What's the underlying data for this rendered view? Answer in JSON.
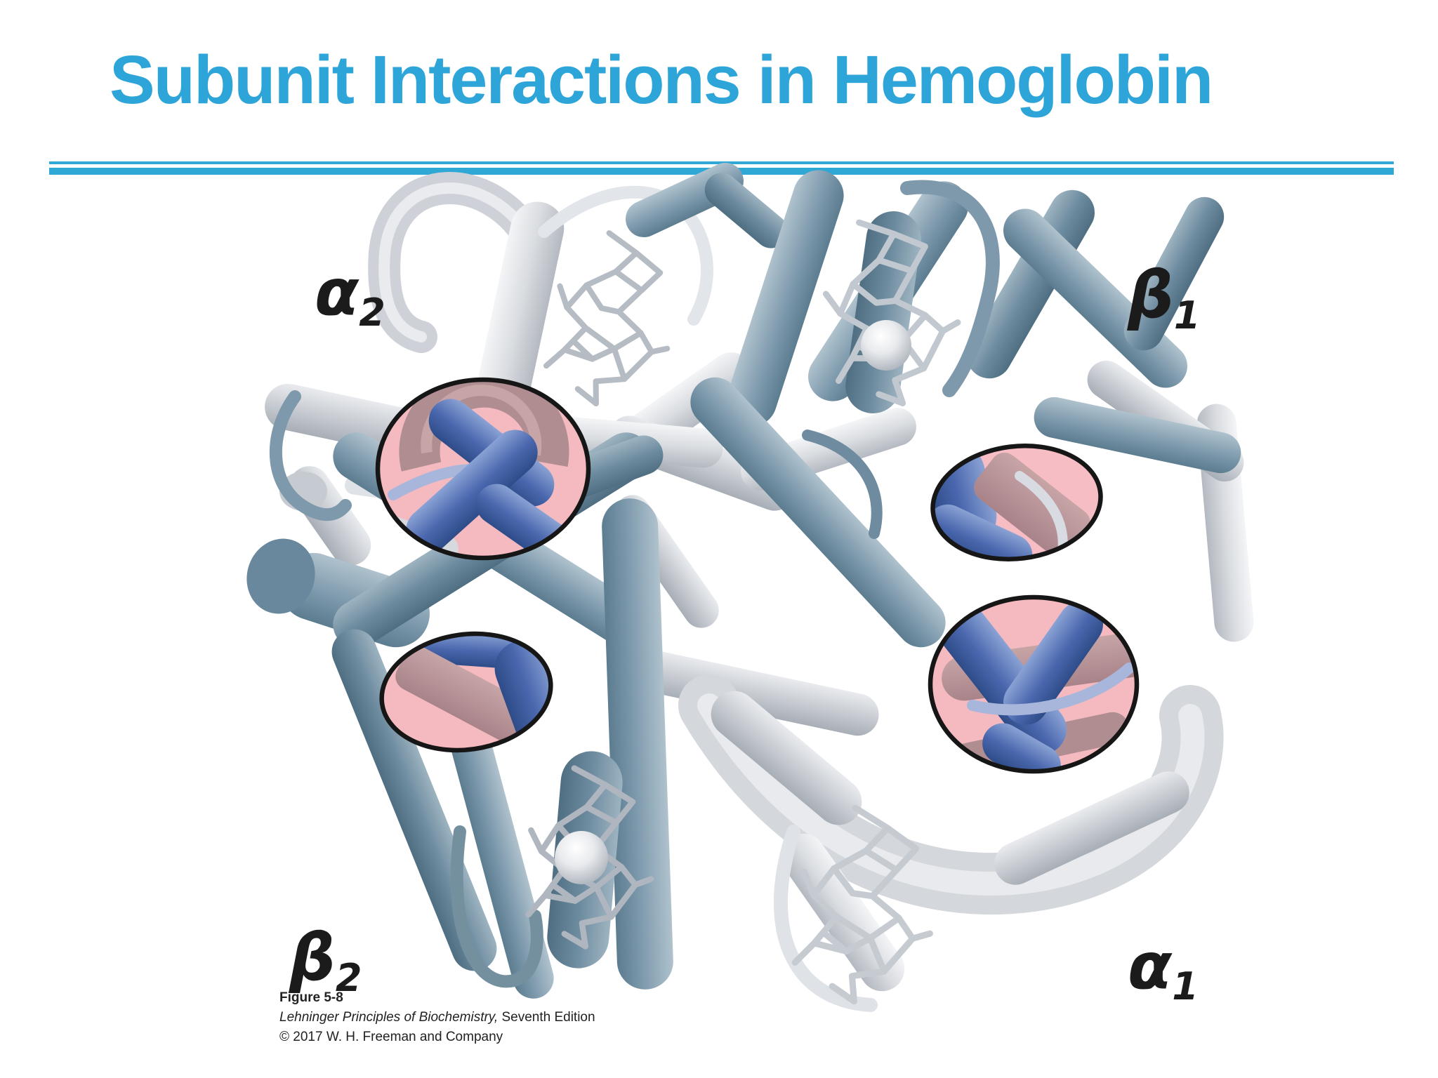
{
  "slide": {
    "title": "Subunit Interactions in Hemoglobin"
  },
  "figure": {
    "subunit_labels": [
      {
        "id": "alpha2",
        "letter": "α",
        "subscript": "2"
      },
      {
        "id": "beta1",
        "letter": "β",
        "subscript": "1"
      },
      {
        "id": "beta2",
        "letter": "β",
        "subscript": "2"
      },
      {
        "id": "alpha1",
        "letter": "α",
        "subscript": "1"
      }
    ],
    "caption": {
      "figure_number": "Figure 5-8",
      "book_title": "Lehninger Principles of Biochemistry,",
      "edition": " Seventh Edition",
      "copyright": "© 2017 W. H. Freeman and Company"
    },
    "colors": {
      "title_blue": "#2ea5d8",
      "rule_blue": "#2fa8d6",
      "alpha_subunit_gray": "#d7dade",
      "beta_subunit_steel": "#7e9aad",
      "interface_highlight_blue": "#4a67ae",
      "interface_pink": "#f4bac0",
      "interface_mauve": "#b08d91",
      "ellipse_outline": "#161616"
    }
  }
}
